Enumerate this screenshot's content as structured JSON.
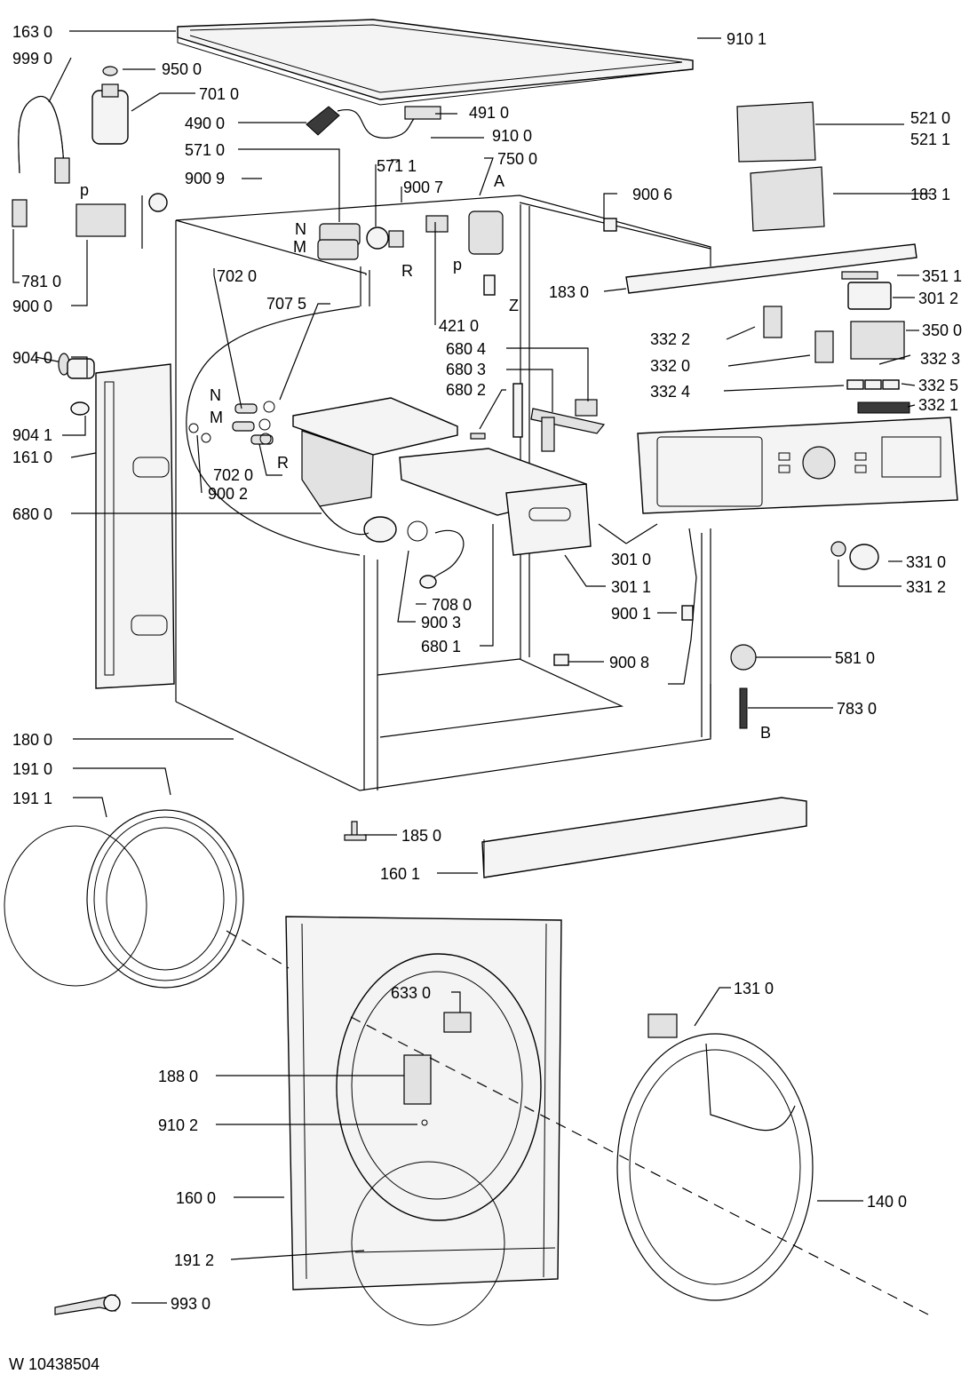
{
  "footer": {
    "drawing_code": "W 10438504"
  },
  "callouts": [
    {
      "id": "163-0",
      "text": "163 0"
    },
    {
      "id": "999-0",
      "text": "999 0"
    },
    {
      "id": "950-0",
      "text": "950 0"
    },
    {
      "id": "701-0",
      "text": "701 0"
    },
    {
      "id": "490-0",
      "text": "490 0"
    },
    {
      "id": "491-0",
      "text": "491 0"
    },
    {
      "id": "910-0",
      "text": "910 0"
    },
    {
      "id": "910-1",
      "text": "910 1"
    },
    {
      "id": "571-0",
      "text": "571 0"
    },
    {
      "id": "571-1",
      "text": "571 1"
    },
    {
      "id": "750-0",
      "text": "750 0"
    },
    {
      "id": "900-9",
      "text": "900 9"
    },
    {
      "id": "900-7",
      "text": "900 7"
    },
    {
      "id": "900-6",
      "text": "900 6"
    },
    {
      "id": "521-0",
      "text": "521 0"
    },
    {
      "id": "521-1",
      "text": "521 1"
    },
    {
      "id": "183-1",
      "text": "183 1"
    },
    {
      "id": "183-0",
      "text": "183 0"
    },
    {
      "id": "351-1",
      "text": "351 1"
    },
    {
      "id": "301-2",
      "text": "301 2"
    },
    {
      "id": "350-0",
      "text": "350 0"
    },
    {
      "id": "332-2",
      "text": "332 2"
    },
    {
      "id": "332-0",
      "text": "332 0"
    },
    {
      "id": "332-3",
      "text": "332 3"
    },
    {
      "id": "332-4",
      "text": "332 4"
    },
    {
      "id": "332-5",
      "text": "332 5"
    },
    {
      "id": "332-1",
      "text": "332 1"
    },
    {
      "id": "781-0",
      "text": "781 0"
    },
    {
      "id": "900-0",
      "text": "900 0"
    },
    {
      "id": "421-0",
      "text": "421 0"
    },
    {
      "id": "702-0a",
      "text": "702 0"
    },
    {
      "id": "707-5",
      "text": "707 5"
    },
    {
      "id": "680-4",
      "text": "680 4"
    },
    {
      "id": "680-3",
      "text": "680 3"
    },
    {
      "id": "680-2",
      "text": "680 2"
    },
    {
      "id": "904-0",
      "text": "904 0"
    },
    {
      "id": "904-1",
      "text": "904 1"
    },
    {
      "id": "161-0",
      "text": "161 0"
    },
    {
      "id": "702-0b",
      "text": "702 0"
    },
    {
      "id": "900-2",
      "text": "900 2"
    },
    {
      "id": "680-0",
      "text": "680 0"
    },
    {
      "id": "301-0",
      "text": "301 0"
    },
    {
      "id": "331-0",
      "text": "331 0"
    },
    {
      "id": "331-2",
      "text": "331 2"
    },
    {
      "id": "301-1",
      "text": "301 1"
    },
    {
      "id": "708-0",
      "text": "708 0"
    },
    {
      "id": "900-1",
      "text": "900 1"
    },
    {
      "id": "900-3",
      "text": "900 3"
    },
    {
      "id": "680-1",
      "text": "680 1"
    },
    {
      "id": "581-0",
      "text": "581 0"
    },
    {
      "id": "900-8",
      "text": "900 8"
    },
    {
      "id": "783-0",
      "text": "783 0"
    },
    {
      "id": "180-0",
      "text": "180 0"
    },
    {
      "id": "191-0",
      "text": "191 0"
    },
    {
      "id": "191-1",
      "text": "191 1"
    },
    {
      "id": "185-0",
      "text": "185 0"
    },
    {
      "id": "160-1",
      "text": "160 1"
    },
    {
      "id": "633-0",
      "text": "633 0"
    },
    {
      "id": "131-0",
      "text": "131 0"
    },
    {
      "id": "188-0",
      "text": "188 0"
    },
    {
      "id": "910-2",
      "text": "910 2"
    },
    {
      "id": "160-0",
      "text": "160 0"
    },
    {
      "id": "140-0",
      "text": "140 0"
    },
    {
      "id": "191-2",
      "text": "191 2"
    },
    {
      "id": "993-0",
      "text": "993 0"
    }
  ],
  "letters": [
    {
      "id": "p-hose",
      "text": "p"
    },
    {
      "id": "N-valve",
      "text": "N"
    },
    {
      "id": "M-valve",
      "text": "M"
    },
    {
      "id": "R-top",
      "text": "R"
    },
    {
      "id": "A-top",
      "text": "A"
    },
    {
      "id": "p-top",
      "text": "p"
    },
    {
      "id": "Z-top",
      "text": "Z"
    },
    {
      "id": "N-mid",
      "text": "N"
    },
    {
      "id": "M-mid",
      "text": "M"
    },
    {
      "id": "R-mid",
      "text": "R"
    },
    {
      "id": "B-right",
      "text": "B"
    }
  ]
}
